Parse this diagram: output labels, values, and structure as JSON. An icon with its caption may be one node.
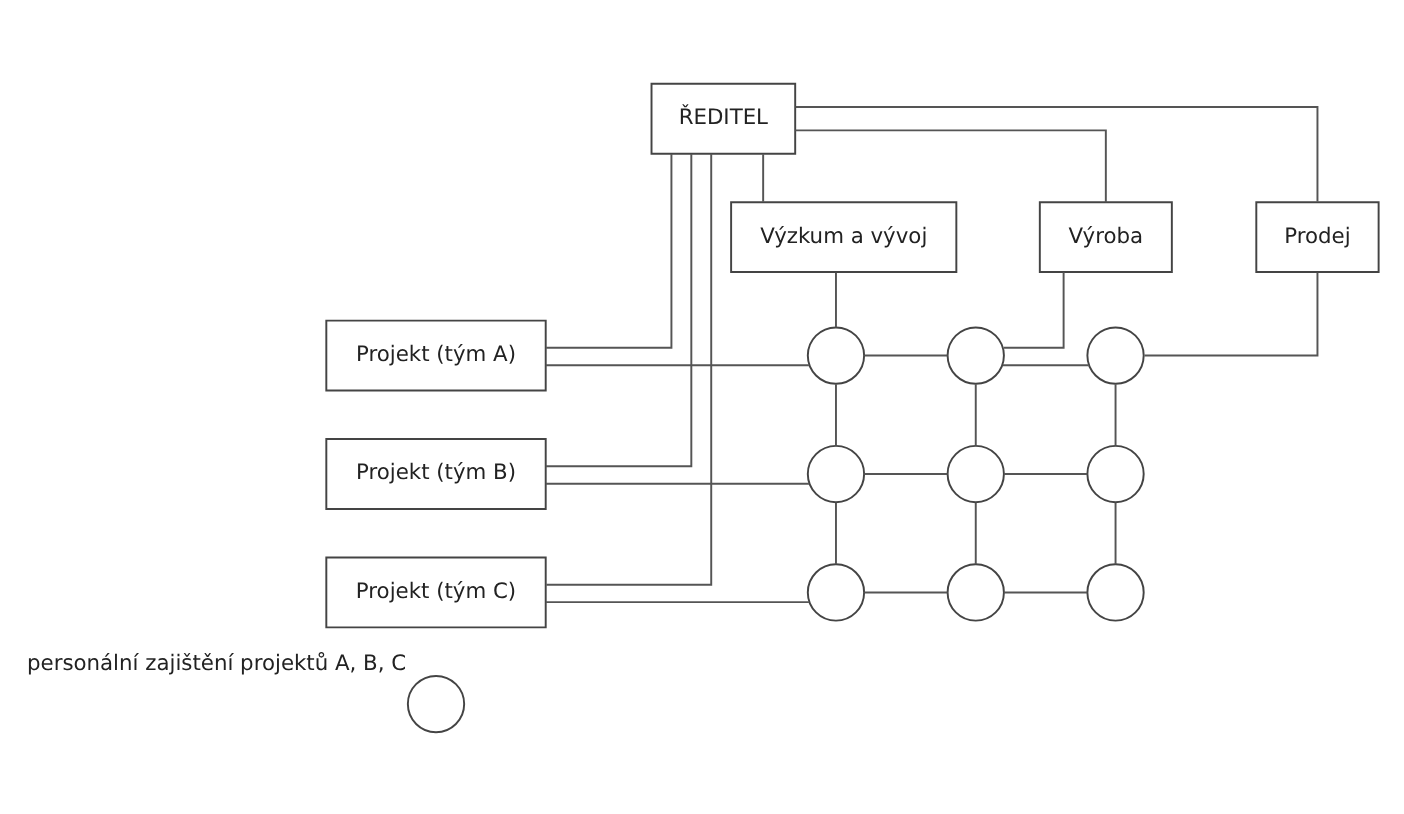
{
  "diagram": {
    "nodes": [
      {
        "text": [
          "ŘEDITEL"
        ]
      },
      {
        "text": [
          "Výzkum a vývoj"
        ]
      },
      {
        "text": [
          "Výroba"
        ]
      },
      {
        "text": [
          "Prodej"
        ]
      },
      {
        "text": [
          "Projekt (tým A)"
        ]
      },
      {
        "text": [
          "Projekt (tým B)"
        ]
      },
      {
        "text": [
          "Projekt (tým C)"
        ]
      },
      {
        "text": [],
        "shape": "circle"
      },
      {
        "text": [],
        "shape": "circle"
      },
      {
        "text": [],
        "shape": "circle"
      },
      {
        "text": [],
        "shape": "circle"
      },
      {
        "text": [],
        "shape": "circle"
      },
      {
        "text": [],
        "shape": "circle"
      },
      {
        "text": [],
        "shape": "circle"
      },
      {
        "text": [],
        "shape": "circle"
      },
      {
        "text": [],
        "shape": "circle"
      },
      {
        "text": [],
        "shape": "circle",
        "beside": [
          "personální zajištění projektů A, B, C"
        ]
      }
    ],
    "edges": [
      {
        "from": 0,
        "to": 1,
        "arrow": "none"
      },
      {
        "from": 0,
        "to": 2,
        "arrow": "none"
      },
      {
        "from": 0,
        "to": 3,
        "arrow": "none"
      },
      {
        "from": 0,
        "to": 4,
        "arrow": "none"
      },
      {
        "from": 0,
        "to": 5,
        "arrow": "none"
      },
      {
        "from": 0,
        "to": 6,
        "arrow": "none"
      },
      {
        "from": 1,
        "to": 7,
        "arrow": "none"
      },
      {
        "from": 2,
        "to": 8,
        "arrow": "none"
      },
      {
        "from": 3,
        "to": 9,
        "arrow": "none"
      },
      {
        "from": 7,
        "to": 10,
        "arrow": "none"
      },
      {
        "from": 8,
        "to": 11,
        "arrow": "none"
      },
      {
        "from": 9,
        "to": 12,
        "arrow": "none"
      },
      {
        "from": 10,
        "to": 13,
        "arrow": "none"
      },
      {
        "from": 11,
        "to": 14,
        "arrow": "none"
      },
      {
        "from": 12,
        "to": 15,
        "arrow": "none"
      },
      {
        "from": 4,
        "to": 7,
        "arrow": "none"
      },
      {
        "from": 7,
        "to": 8,
        "arrow": "none"
      },
      {
        "from": 8,
        "to": 9,
        "arrow": "none"
      },
      {
        "from": 5,
        "to": 10,
        "arrow": "none"
      },
      {
        "from": 10,
        "to": 11,
        "arrow": "none"
      },
      {
        "from": 11,
        "to": 12,
        "arrow": "none"
      },
      {
        "from": 6,
        "to": 13,
        "arrow": "none"
      },
      {
        "from": 13,
        "to": 14,
        "arrow": "none"
      },
      {
        "from": 14,
        "to": 15,
        "arrow": "none"
      }
    ]
  }
}
